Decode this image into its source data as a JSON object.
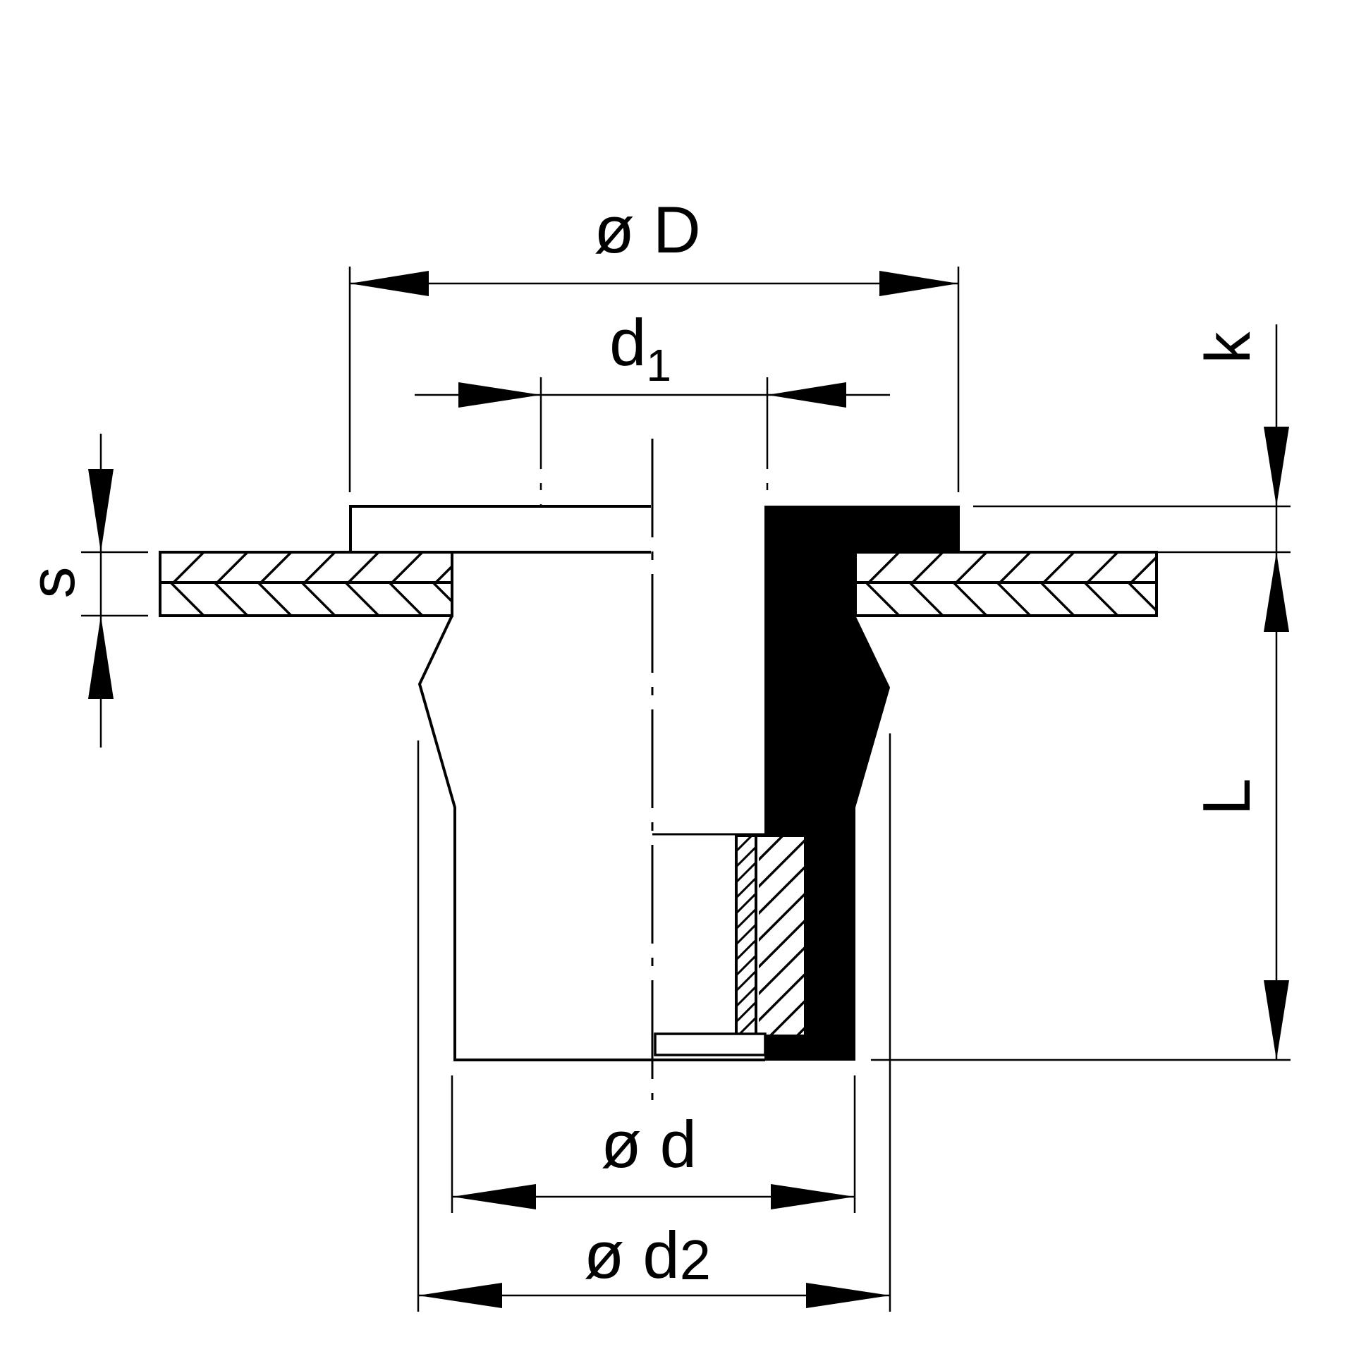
{
  "drawing": {
    "labels": {
      "D": "ø D",
      "d1_main": "d",
      "d1_sub": "1",
      "k": "k",
      "s": "s",
      "L": "L",
      "d": "ø d",
      "d2_main": "ø d",
      "d2_sub": "2"
    },
    "colors": {
      "line": "#000000",
      "background": "#ffffff",
      "fill": "#000000"
    }
  }
}
